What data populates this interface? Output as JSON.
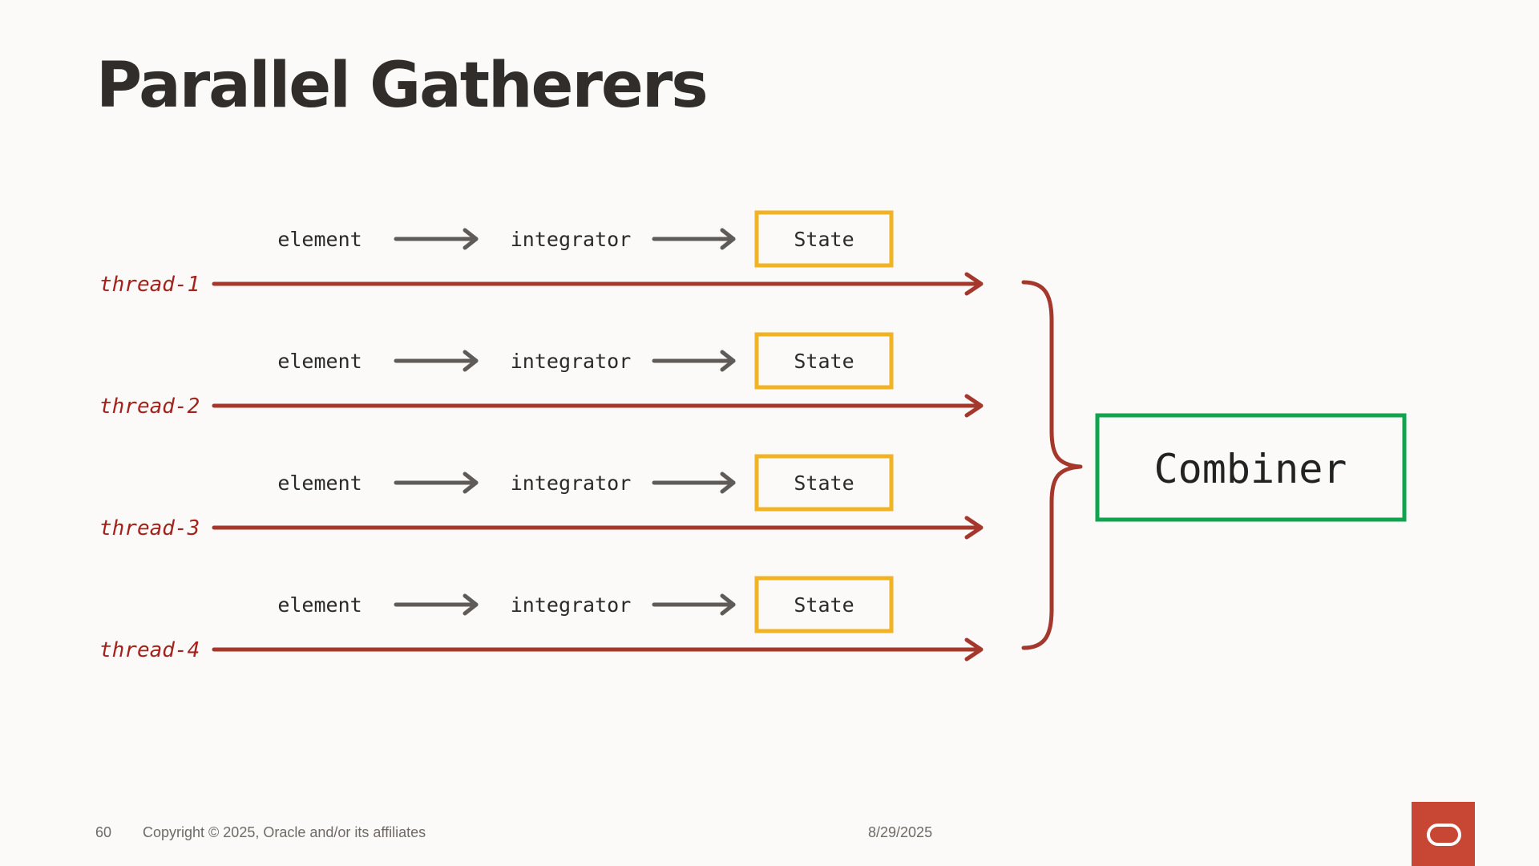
{
  "slide": {
    "title": "Parallel Gatherers"
  },
  "diagram": {
    "threads": [
      {
        "label": "thread-1",
        "element": "element",
        "integrator": "integrator",
        "state": "State"
      },
      {
        "label": "thread-2",
        "element": "element",
        "integrator": "integrator",
        "state": "State"
      },
      {
        "label": "thread-3",
        "element": "element",
        "integrator": "integrator",
        "state": "State"
      },
      {
        "label": "thread-4",
        "element": "element",
        "integrator": "integrator",
        "state": "State"
      }
    ],
    "combiner": "Combiner",
    "colors": {
      "thread": "#a4382c",
      "thread_label": "#a4221c",
      "step_arrow": "#5f5b58",
      "state_border": "#f0b323",
      "combiner_border": "#11a44f"
    }
  },
  "footer": {
    "page_number": "60",
    "copyright": "Copyright © 2025, Oracle and/or its affiliates",
    "date": "8/29/2025",
    "logo": "oracle-logo"
  }
}
